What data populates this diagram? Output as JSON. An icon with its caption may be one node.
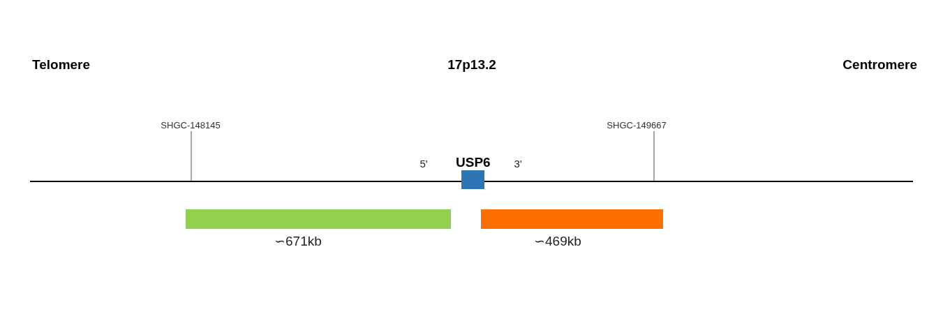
{
  "diagram": {
    "title": "17p13.2",
    "nodes": [
      {
        "text": [
          "SHGC-148145"
        ]
      },
      {
        "text": [
          "SHGC-149667"
        ]
      },
      {
        "text": [
          "USP6"
        ]
      },
      {
        "text": [],
        "shape": "line"
      },
      {
        "text": [],
        "shape": "bar",
        "beside": [
          "∽671kb"
        ]
      },
      {
        "text": [],
        "shape": "bar",
        "beside": [
          "∽469kb"
        ]
      }
    ],
    "edges": [
      {
        "from": 0,
        "to": 3,
        "arrow": "none"
      },
      {
        "from": 1,
        "to": 3,
        "arrow": "none"
      }
    ],
    "labels": [
      "Telomere",
      "Centromere",
      "5'",
      "3'"
    ]
  }
}
